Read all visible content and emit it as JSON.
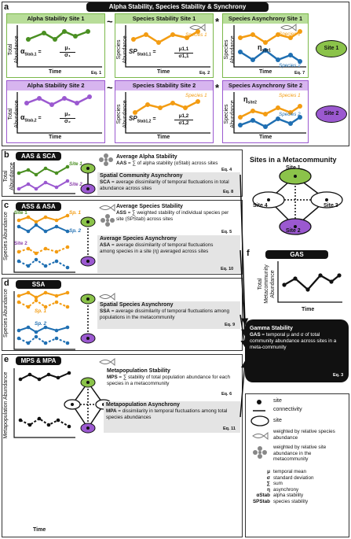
{
  "panel_a": {
    "letter": "a",
    "title": "Alpha Stability, Species Stability & Synchrony",
    "ops": {
      "tilde1": "~",
      "tilde2": "~",
      "star1": "*",
      "star2": "*"
    },
    "row1": {
      "alpha_header": "Alpha Stability Site 1",
      "species_header": "Species Stability Site 1",
      "async_header": "Species Asynchrony Site 1",
      "ylabel_alpha": "Total Abundance",
      "ylabel_species": "Species Abundance",
      "xlabel": "Time",
      "alpha_formula_lhs": "α",
      "alpha_formula_sub": "Stab,1",
      "alpha_num": "μ₁",
      "alpha_den": "σ₁",
      "species_formula_lhs": "SP",
      "species_formula_sub": "Stab1,1",
      "species_num": "μ1,1",
      "species_den": "σ1,1",
      "species1": "Species 1",
      "species2": "Species 2",
      "eta": "η",
      "eta_sub": "site1",
      "eq_alpha": "Eq. 1",
      "eq_species": "Eq. 2",
      "eq_async": "Eq. 7",
      "site_label": "Site 1"
    },
    "row2": {
      "alpha_header": "Alpha Stability Site 2",
      "species_header": "Species Stability Site 2",
      "async_header": "Species Asynchrony Site 2",
      "ylabel_alpha": "Total Abundance",
      "ylabel_species": "Species Abundance",
      "xlabel": "Time",
      "alpha_formula_lhs": "α",
      "alpha_formula_sub": "Stab,2",
      "alpha_num": "μ₂",
      "alpha_den": "σ₂",
      "species_formula_lhs": "SP",
      "species_formula_sub": "Stab1,2",
      "species_num": "μ1,2",
      "species_den": "σ1,2",
      "species1": "Species 1",
      "species2": "Species 2",
      "eta": "η",
      "eta_sub": "site2",
      "site_label": "Site 2"
    }
  },
  "panel_b": {
    "letter": "b",
    "title": "AAS & SCA",
    "ylabel": "Total Abundance",
    "site1": "Site 1",
    "site2": "Site 2",
    "aas_title": "Average Alpha Stability",
    "aas_abbr": "AAS",
    "aas_text": " = ∑ of alpha stability (αStab) across sites",
    "aas_eq": "Eq. 4",
    "sca_title": "Spatial Community Asynchrony",
    "sca_abbr": "SCA",
    "sca_text": " = average dissimilarity of temporal fluctuations in total abundance across sites",
    "sca_eq": "Eq. 8"
  },
  "panel_c": {
    "letter": "c",
    "title": "ASS & ASA",
    "ylabel": "Species Abundance",
    "site1": "Site 1",
    "site2": "Site 2",
    "sp1": "Sp. 1",
    "sp2": "Sp. 2",
    "ass_title": "Average Species Stability",
    "ass_abbr": "ASS",
    "ass_text": " = ∑ weighted stability of individual species per site (SPStab) across sites",
    "ass_eq": "Eq. 5",
    "asa_title": "Average Species Asynchrony",
    "asa_abbr": "ASA",
    "asa_text": " = average dissimilarity of temporal fluctuations among species in a site (η) averaged across sites",
    "asa_eq": "Eq. 10"
  },
  "panel_d": {
    "letter": "d",
    "title": "SSA",
    "ylabel": "Species Abundance",
    "sp1": "Sp. 1",
    "sp2": "Sp. 2",
    "ssa_title": "Spatial Species Asynchrony",
    "ssa_abbr": "SSA",
    "ssa_text": " = average dissimilarity of temporal fluctuations among populations in the metacommunity",
    "ssa_eq": "Eq. 9"
  },
  "panel_e": {
    "letter": "e",
    "title": "MPS & MPA",
    "ylabel": "Metapopulation Abundance",
    "xlabel": "Time",
    "mps_title": "Metapopulation Stability",
    "mps_abbr": "MPS",
    "mps_text": " = ∑ stability of total population abundance for each species in a metacommunity",
    "mps_eq": "Eq. 6",
    "mpa_title": "Metapopulation  Asynchrony",
    "mpa_abbr": "MPA",
    "mpa_text": " = dissimilarity in temporal fluctuations among total species abundances",
    "mpa_eq": "Eq. 11"
  },
  "metacommunity": {
    "title": "Sites in a Metacommunity",
    "site1": "Site 1",
    "site2": "Site 2",
    "site3": "Site 3",
    "site4": "Site 4"
  },
  "panel_f": {
    "letter": "f",
    "title": "GAS",
    "ylabel": "Total Metacommunity Abundance",
    "xlabel": "Time",
    "gas_title": "Gamma Stability",
    "gas_abbr": "GAS",
    "gas_text": " = temporal μ and σ of total community abundance across sites in a meta-community",
    "gas_eq": "Eq. 3"
  },
  "legend": {
    "site": "site",
    "connectivity": "connectivity",
    "site_ellipse": "site",
    "fish": "weighted by relative species abundance",
    "circles": "weighted by relative site abundance in the metacommunity",
    "symbols": [
      {
        "sym": "μ",
        "text": "temporal mean"
      },
      {
        "sym": "σ",
        "text": "standard deviation"
      },
      {
        "sym": "∑",
        "text": "sum"
      },
      {
        "sym": "η",
        "text": "asynchrony"
      },
      {
        "sym": "αStab",
        "text": "alpha stability"
      },
      {
        "sym": "SPStab",
        "text": "species stability"
      }
    ]
  },
  "colors": {
    "green": "#6aa84f",
    "purple": "#8e44ad",
    "orange": "#f39c12",
    "blue": "#1f6fb2",
    "green_fill": "#8bc34a",
    "purple_fill": "#9b59d0",
    "header_green": "#b8dd99",
    "header_purple": "#d7b5ef",
    "grey_box": "#e4e4e4"
  }
}
